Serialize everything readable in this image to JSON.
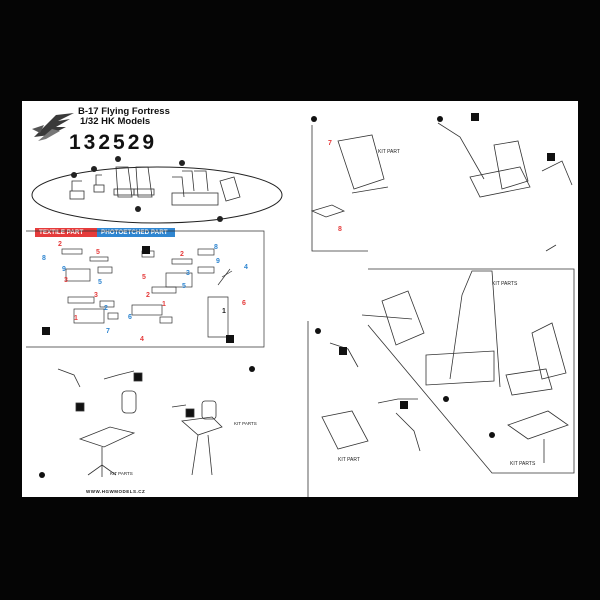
{
  "header": {
    "title": "B-17 Flying Fortress",
    "subtitle": "1/32 HK Models",
    "product_number": "132529"
  },
  "legend": {
    "textile": "TEXTILE PART",
    "photoetched": "PHOTOETCHED PART"
  },
  "labels": {
    "kit_part": "KIT PART",
    "kit_parts": "KIT PARTS"
  },
  "footer": {
    "website": "WWW.HGWMODELS.CZ"
  },
  "colors": {
    "textile": "#e53b3b",
    "photoetched": "#2f86d1",
    "background": "#050505",
    "sheet": "#ffffff"
  }
}
